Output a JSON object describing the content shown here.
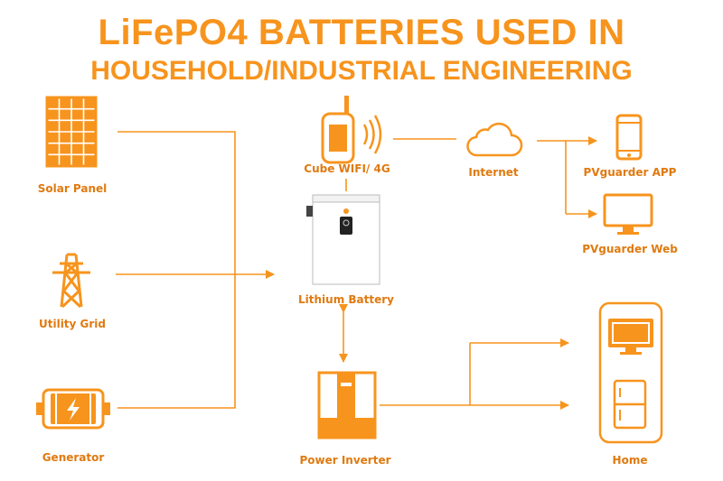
{
  "title": {
    "line1": "LiFePO4 BATTERIES USED IN",
    "line2": "HOUSEHOLD/INDUSTRIAL ENGINEERING"
  },
  "nodes": {
    "solar_panel": "Solar Panel",
    "utility_grid": "Utility Grid",
    "generator": "Generator",
    "cube_wifi": "Cube WIFI/   4G",
    "internet": "Internet",
    "app": "PVguarder  APP",
    "web": "PVguarder  Web",
    "battery": "Lithium Battery",
    "inverter": "Power Inverter",
    "home": "Home"
  },
  "colors": {
    "accent": "#f7941d",
    "label": "#e07a10"
  }
}
